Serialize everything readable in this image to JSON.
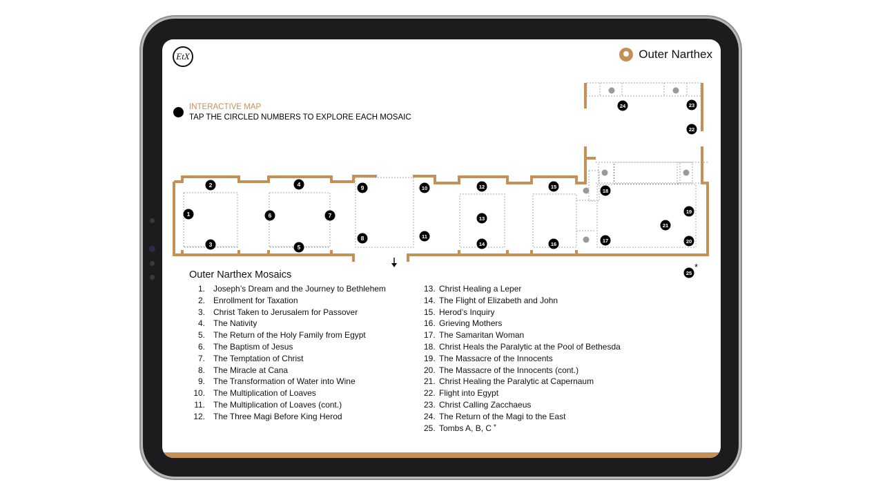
{
  "header": {
    "location_title": "Outer Narthex",
    "logo_text": "EtX"
  },
  "legend": {
    "heading": "INTERACTIVE MAP",
    "subheading": "TAP THE CIRCLED NUMBERS TO EXPLORE EACH MOSAIC"
  },
  "list": {
    "title": "Outer Narthex Mosaics",
    "items": [
      {
        "num": "1.",
        "title": "Joseph’s Dream and the Journey to Bethlehem"
      },
      {
        "num": "2.",
        "title": "Enrollment for Taxation"
      },
      {
        "num": "3.",
        "title": "Christ Taken to Jerusalem for Passover"
      },
      {
        "num": "4.",
        "title": "The Nativity"
      },
      {
        "num": "5.",
        "title": "The Return of the Holy Family from Egypt"
      },
      {
        "num": "6.",
        "title": "The Baptism of Jesus"
      },
      {
        "num": "7.",
        "title": "The Temptation of Christ"
      },
      {
        "num": "8.",
        "title": "The Miracle at Cana"
      },
      {
        "num": "9.",
        "title": "The Transformation of Water into Wine"
      },
      {
        "num": "10.",
        "title": "The Multiplication of Loaves"
      },
      {
        "num": "11.",
        "title": "The Multiplication of Loaves (cont.)"
      },
      {
        "num": "12.",
        "title": "The Three Magi Before King Herod"
      },
      {
        "num": "13.",
        "title": "Christ Healing a Leper"
      },
      {
        "num": "14.",
        "title": "The Flight of Elizabeth and John"
      },
      {
        "num": "15.",
        "title": "Herod’s Inquiry"
      },
      {
        "num": "16.",
        "title": "Grieving Mothers"
      },
      {
        "num": "17.",
        "title": "The Samaritan Woman"
      },
      {
        "num": "18.",
        "title": "Christ Heals the Paralytic at the Pool of Bethesda"
      },
      {
        "num": "19.",
        "title": "The Massacre of the Innocents"
      },
      {
        "num": "20.",
        "title": "The Massacre of the Innocents (cont.)"
      },
      {
        "num": "21.",
        "title": "Christ Healing the Paralytic at Capernaum"
      },
      {
        "num": "22.",
        "title": "Flight into Egypt"
      },
      {
        "num": "23.",
        "title": "Christ Calling Zacchaeus"
      },
      {
        "num": "24.",
        "title": "The Return of the Magi to the East"
      },
      {
        "num": "25.",
        "title": "Tombs A, B, C"
      }
    ],
    "footnote_mark": "*"
  },
  "map": {
    "markers": [
      "1",
      "2",
      "3",
      "4",
      "5",
      "6",
      "7",
      "8",
      "9",
      "10",
      "11",
      "12",
      "13",
      "14",
      "15",
      "16",
      "17",
      "18",
      "19",
      "20",
      "21",
      "22",
      "23",
      "24",
      "25"
    ],
    "footnote_mark": "*",
    "wall_color": "#c49055",
    "marker_color": "#000000",
    "dome_color": "#9a9a9a"
  },
  "colors": {
    "accent": "#c49055",
    "device_frame": "#1c1c1e"
  }
}
